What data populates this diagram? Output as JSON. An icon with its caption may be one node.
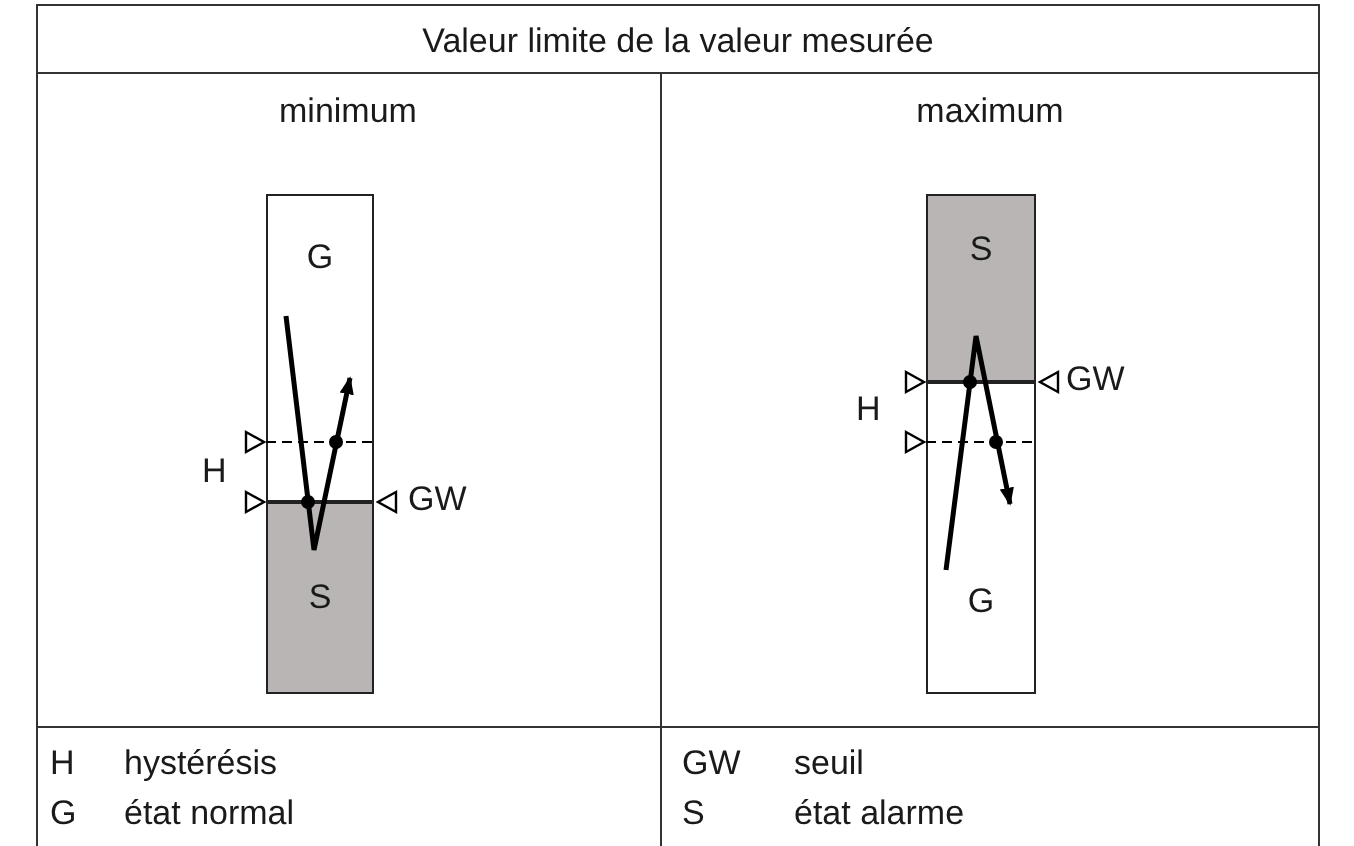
{
  "diagram": {
    "title": "Valeur limite de la valeur mesurée",
    "nodes": [
      {
        "text": [
          "G"
        ]
      },
      {
        "text": [
          "S"
        ]
      },
      {
        "text": [
          "S"
        ]
      },
      {
        "text": [
          "G"
        ]
      }
    ],
    "labels": [
      "minimum",
      "maximum",
      "H",
      "GW",
      "H",
      "GW",
      "H",
      "hystérésis",
      "GW",
      "seuil",
      "G",
      "état normal",
      "S",
      "état alarme"
    ]
  }
}
